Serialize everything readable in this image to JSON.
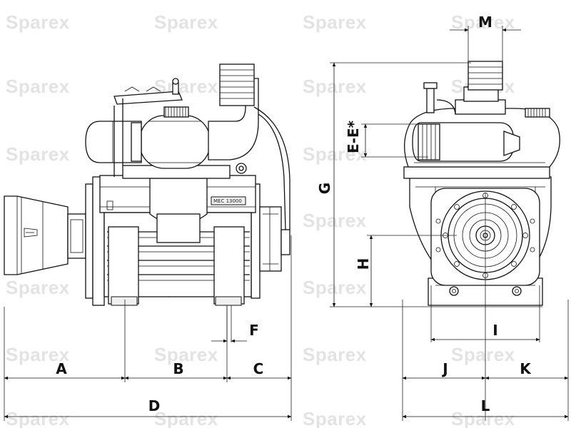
{
  "watermark": {
    "text": "Sparex"
  },
  "nameplate": {
    "text": "MEC 13000"
  },
  "dimensions": {
    "A": "A",
    "B": "B",
    "C": "C",
    "D": "D",
    "F": "F",
    "G": "G",
    "H": "H",
    "I": "I",
    "J": "J",
    "K": "K",
    "L": "L",
    "M": "M",
    "EE": "E-E*"
  }
}
